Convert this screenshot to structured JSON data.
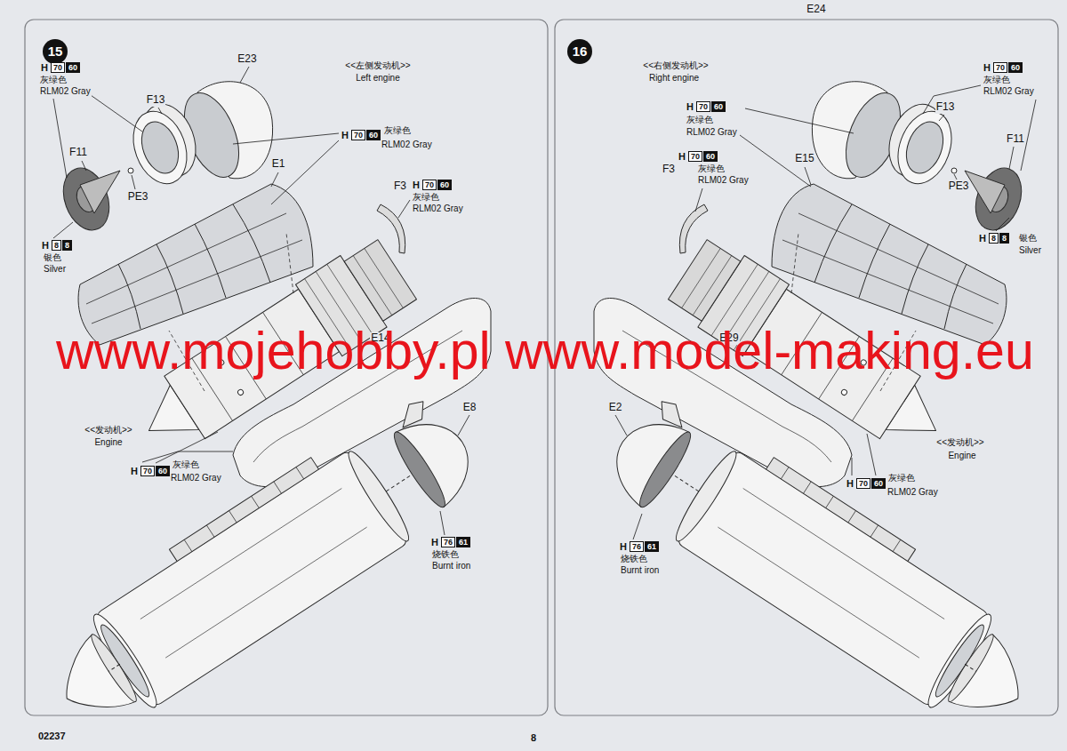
{
  "diagram": {
    "nodes": [
      {
        "text": [
          "15"
        ]
      },
      {
        "text": [
          "70"
        ]
      },
      {
        "text": [
          "60"
        ]
      },
      {
        "text": [
          "8"
        ]
      },
      {
        "text": [
          "8"
        ]
      },
      {
        "text": [
          "70"
        ]
      },
      {
        "text": [
          "60"
        ]
      },
      {
        "text": [
          "70"
        ]
      },
      {
        "text": [
          "60"
        ]
      },
      {
        "text": [
          "70"
        ]
      },
      {
        "text": [
          "60"
        ]
      },
      {
        "text": [
          "76"
        ]
      },
      {
        "text": [
          "61"
        ]
      },
      {
        "text": [
          "16"
        ]
      },
      {
        "text": [
          "70"
        ]
      },
      {
        "text": [
          "60"
        ]
      },
      {
        "text": [
          "70"
        ]
      },
      {
        "text": [
          "60"
        ]
      },
      {
        "text": [
          "8"
        ]
      },
      {
        "text": [
          "8"
        ]
      },
      {
        "text": [
          "70"
        ]
      },
      {
        "text": [
          "60"
        ]
      },
      {
        "text": [
          "70"
        ]
      },
      {
        "text": [
          "60"
        ]
      },
      {
        "text": [
          "76"
        ]
      },
      {
        "text": [
          "61"
        ]
      }
    ],
    "labels": [
      "<<左侧发动机>>",
      "Left engine",
      "E23",
      "F13",
      "H",
      "灰绿色",
      "RLM02 Gray",
      "F11",
      "PE3",
      "H",
      "银色",
      "Silver",
      "H",
      "灰绿色",
      "RLM02 Gray",
      "F3",
      "H",
      "灰绿色",
      "RLM02 Gray",
      "E1",
      "E14",
      "<<发动机>>",
      "Engine",
      "H",
      "灰绿色",
      "RLM02 Gray",
      "E8",
      "H",
      "烧铁色",
      "Burnt iron",
      "<<右侧发动机>>",
      "Right engine",
      "E24",
      "H",
      "灰绿色",
      "RLM02 Gray",
      "H",
      "灰绿色",
      "RLM02 Gray",
      "F13",
      "F11",
      "PE3",
      "H",
      "银色",
      "Silver",
      "F3",
      "H",
      "灰绿色",
      "RLM02 Gray",
      "E15",
      "E29",
      "<<发动机>>",
      "Engine",
      "H",
      "灰绿色",
      "RLM02 Gray",
      "E2",
      "H",
      "烧铁色",
      "Burnt iron",
      "02237",
      "8",
      "www.mojehobby.pl www.model-making.eu"
    ]
  }
}
